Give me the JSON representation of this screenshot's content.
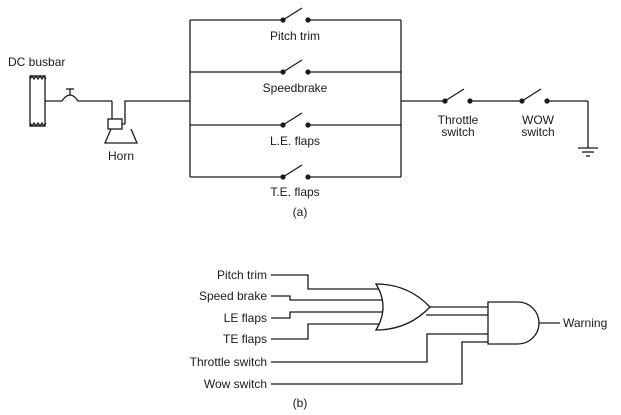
{
  "circuit_a": {
    "busbar_label": "DC busbar",
    "horn_label": "Horn",
    "switches": [
      "Pitch trim",
      "Speedbrake",
      "L.E. flaps",
      "T.E. flaps"
    ],
    "throttle_label_1": "Throttle",
    "throttle_label_2": "switch",
    "wow_label_1": "WOW",
    "wow_label_2": "switch",
    "caption": "(a)"
  },
  "logic_b": {
    "inputs": [
      "Pitch trim",
      "Speed brake",
      "LE flaps",
      "TE flaps",
      "Throttle switch",
      "Wow switch"
    ],
    "output_label": "Warning",
    "caption": "(b)"
  }
}
